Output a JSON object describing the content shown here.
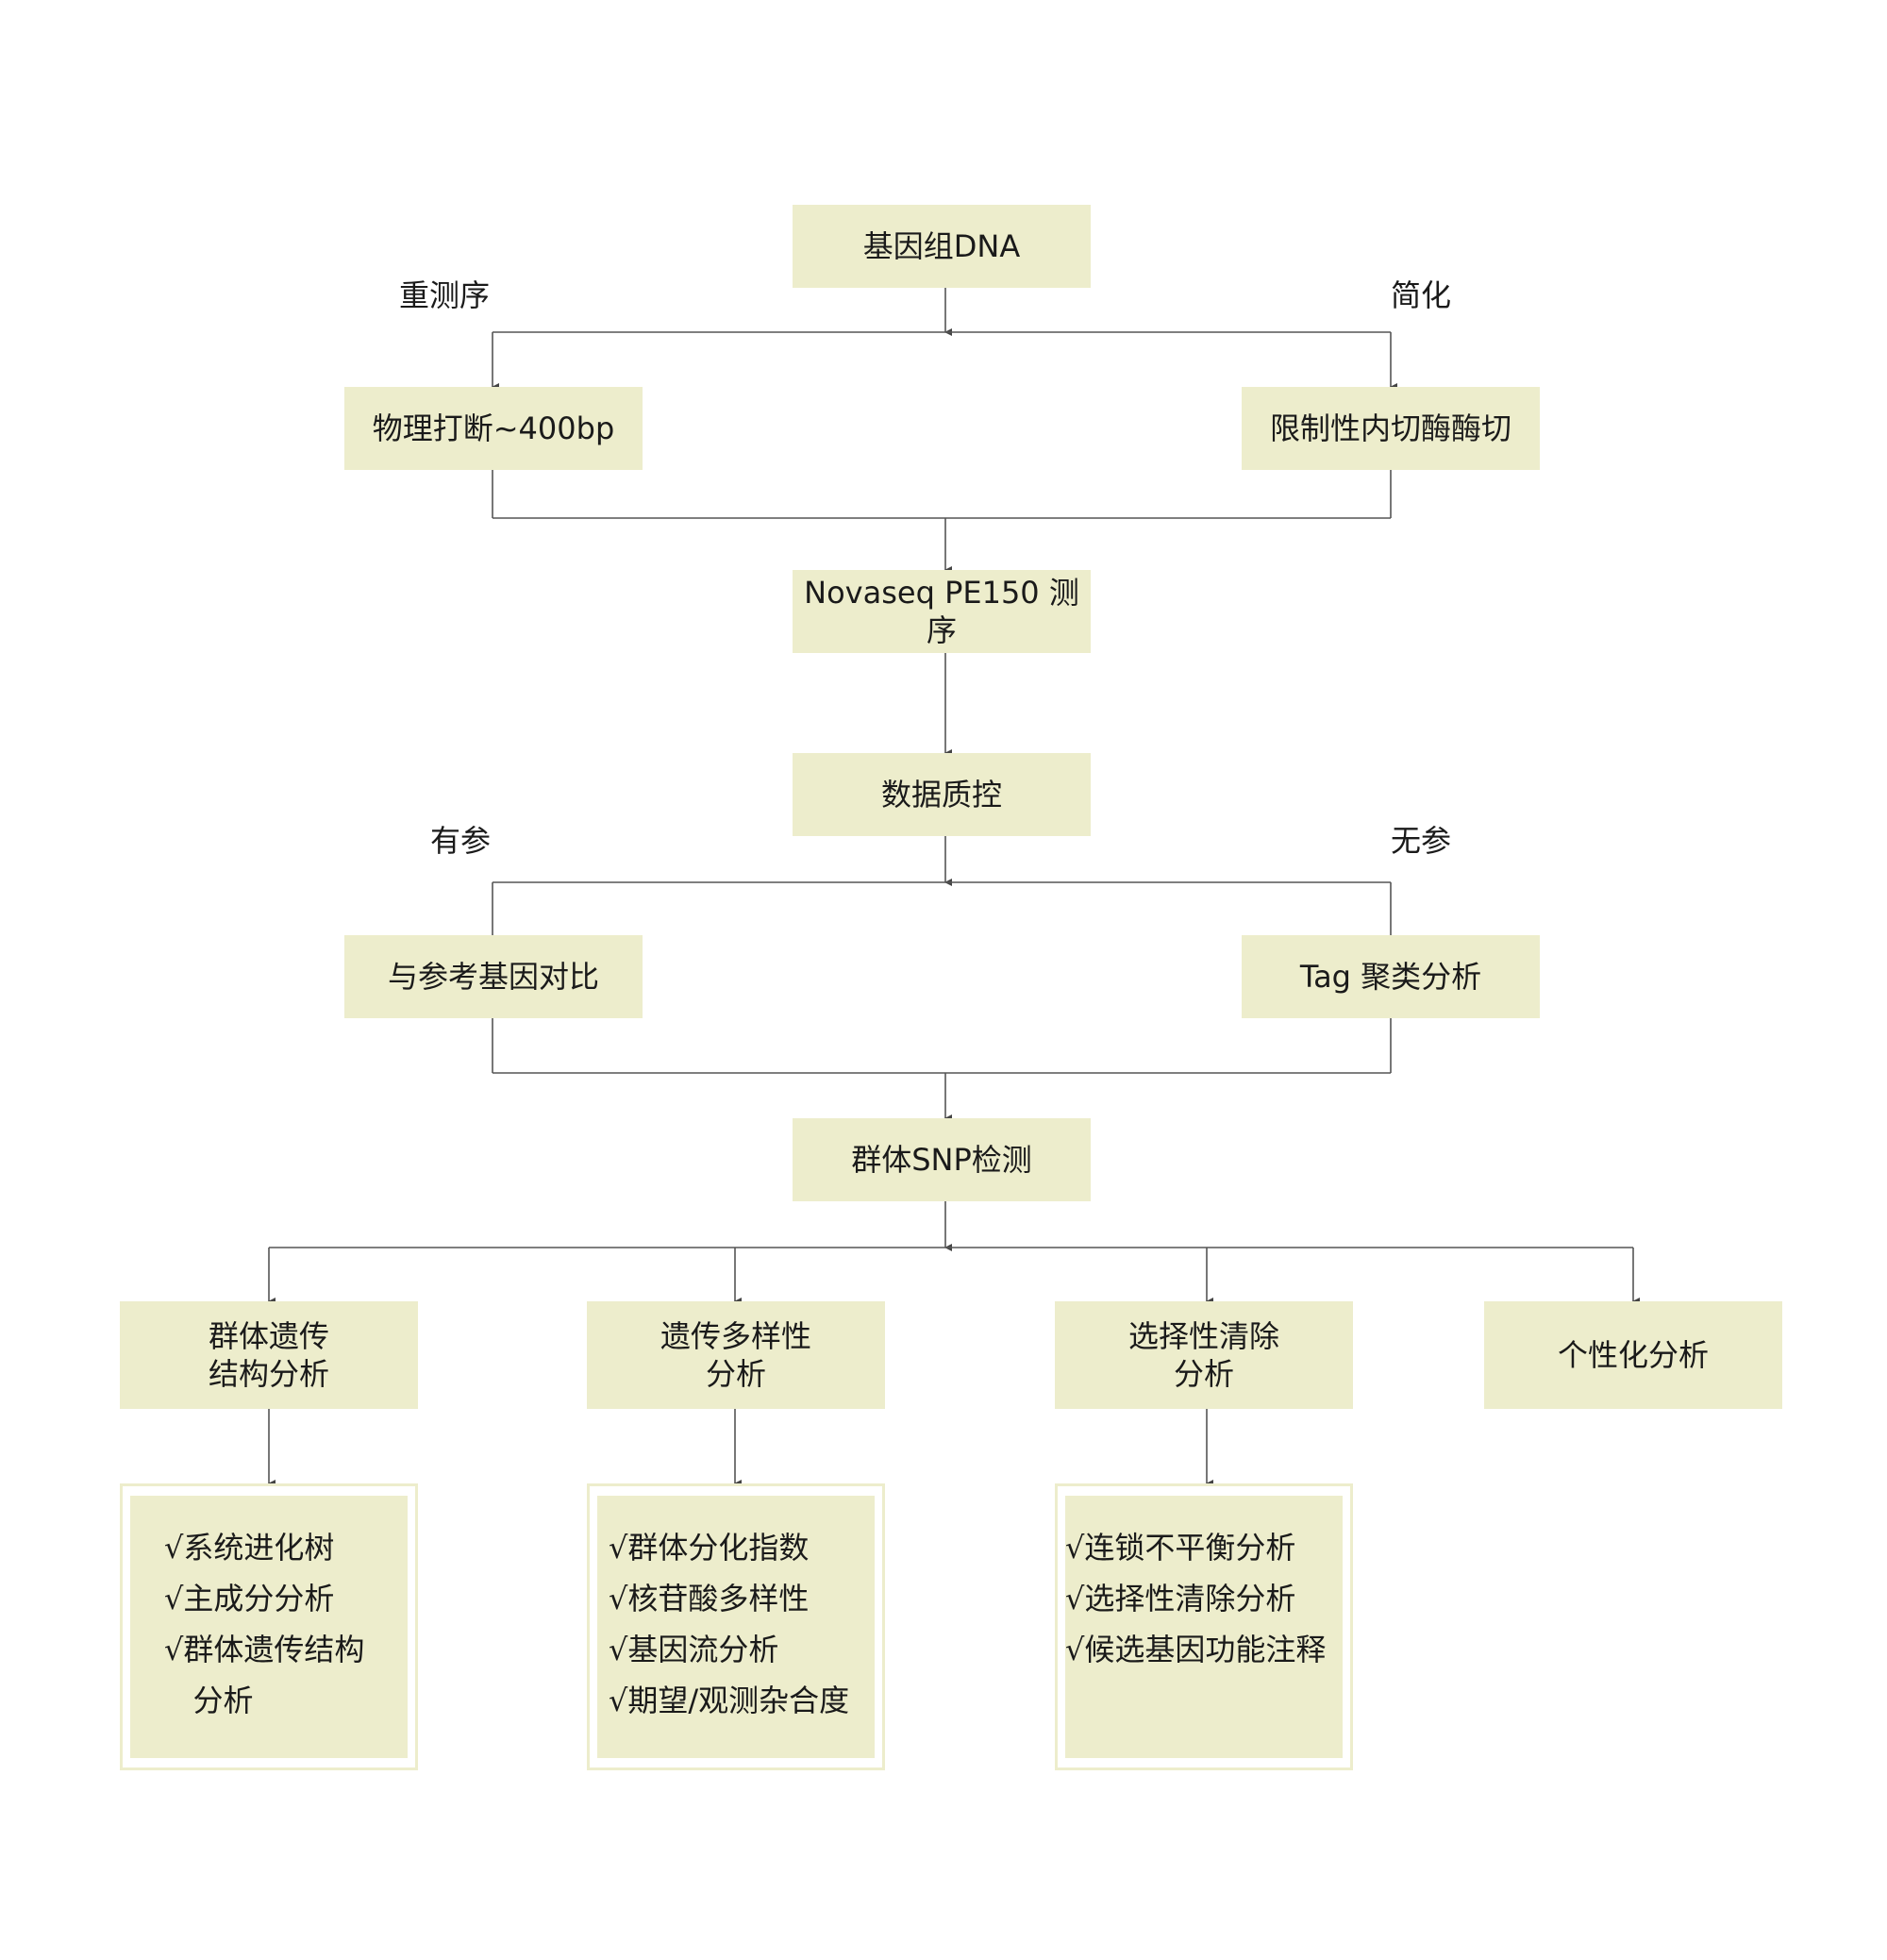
{
  "nodes": {
    "genome": "基因组DNA",
    "physical_break": "物理打断~400bp",
    "enzyme_digest": "限制性内切酶酶切",
    "sequencing": "Novaseq PE150 测序",
    "qc": "数据质控",
    "ref_compare": "与参考基因对比",
    "tag_cluster": "Tag 聚类分析",
    "snp_detect": "群体SNP检测",
    "pop_structure": "群体遗传\n结构分析",
    "diversity": "遗传多样性\n分析",
    "selection": "选择性清除\n分析",
    "personal": "个性化分析"
  },
  "edge_labels": {
    "resequencing": "重测序",
    "simplified": "简化",
    "with_ref": "有参",
    "no_ref": "无参"
  },
  "details": {
    "pop_structure": [
      "√系统进化树",
      "√主成分分析",
      "√群体遗传结构",
      "   分析"
    ],
    "diversity": [
      "√群体分化指数",
      "√核苷酸多样性",
      "√基因流分析",
      "√期望/观测杂合度"
    ],
    "selection": [
      "√连锁不平衡分析",
      "√选择性清除分析",
      "√候选基因功能注释"
    ]
  }
}
